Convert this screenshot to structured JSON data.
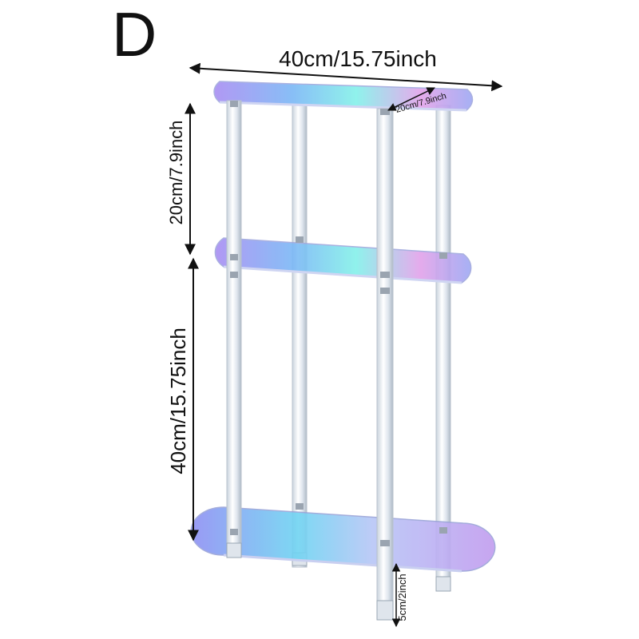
{
  "variant_letter": "D",
  "dimensions": {
    "width": "40cm/15.75inch",
    "depth": "20cm/7.9inch",
    "top_tier_spacing": "20cm/7.9inch",
    "bottom_tier_spacing": "40cm/15.75inch",
    "leg_height": "5cm/2inch"
  },
  "product": {
    "name": "3-tier iridescent acrylic shelf",
    "tiers": 3,
    "colors": {
      "violet": "#9f8cf0",
      "blue": "#6fb8f5",
      "cyan": "#7ff0ea",
      "pink": "#e6a6e8",
      "post": "#eef3f8"
    }
  }
}
